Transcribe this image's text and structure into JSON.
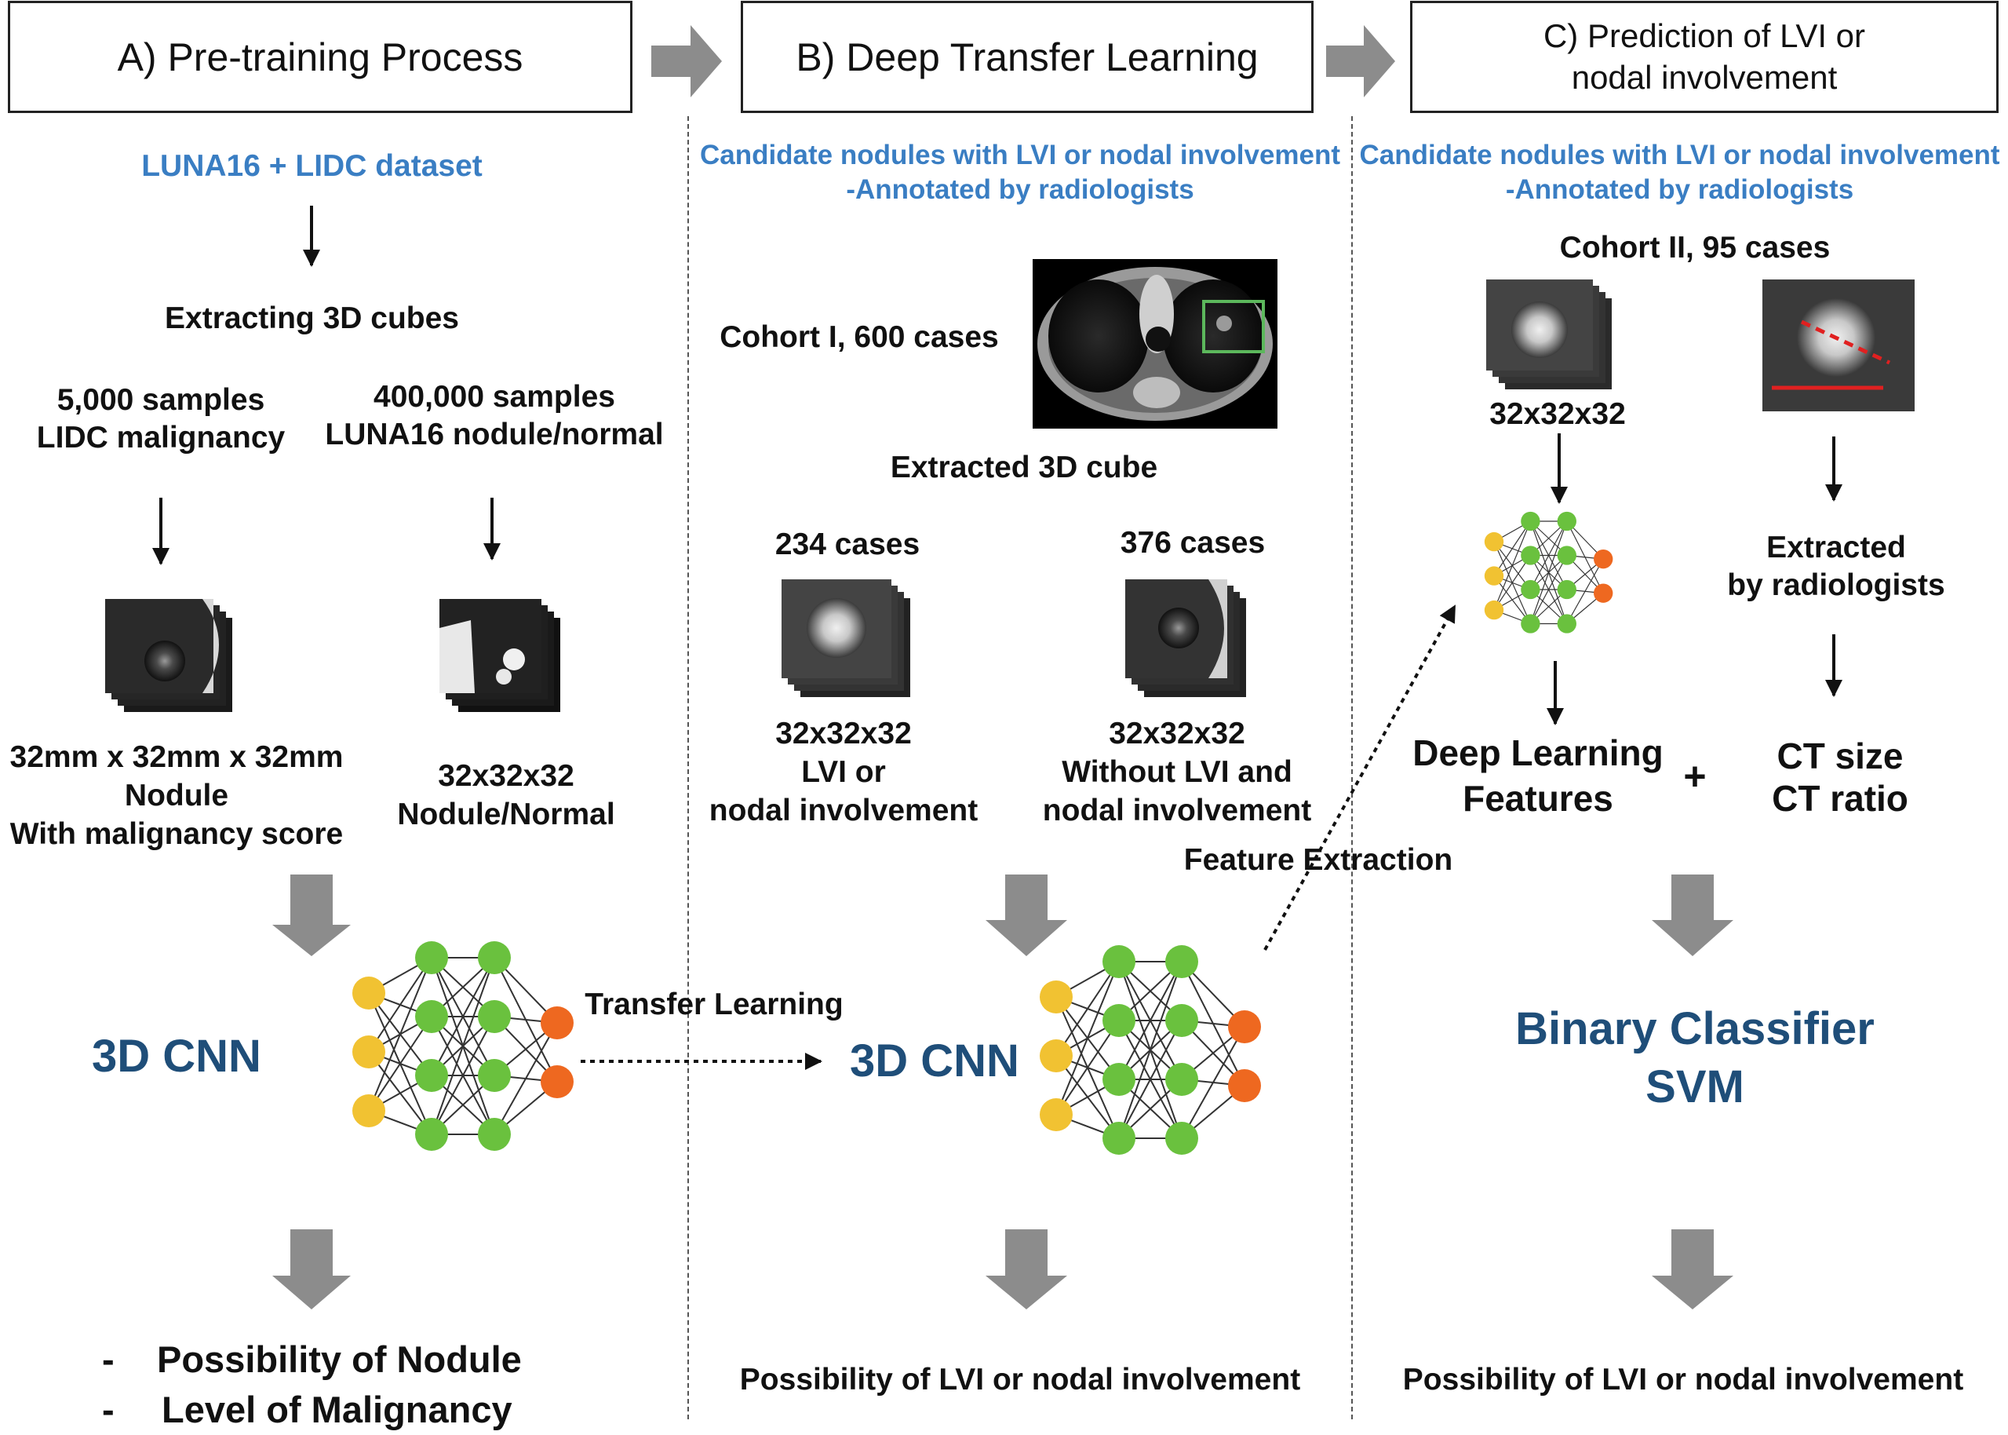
{
  "colors": {
    "blue": "#3a7ec3",
    "navy": "#1f4e79",
    "gray_arrow": "#8c8c8c",
    "node_yellow": "#f1c232",
    "node_green": "#6ac13e",
    "node_orange": "#ee6820",
    "box_green": "#5cb85c",
    "measure_red": "#e02020"
  },
  "headers": {
    "a": "A) Pre-training Process",
    "b": "B) Deep Transfer Learning",
    "c_line1": "C) Prediction of LVI or",
    "c_line2": "nodal involvement"
  },
  "panel_a": {
    "dataset": "LUNA16 + LIDC dataset",
    "extracting": "Extracting 3D cubes",
    "left_line1": "5,000 samples",
    "left_line2": "LIDC malignancy",
    "right_line1": "400,000 samples",
    "right_line2": "LUNA16 nodule/normal",
    "left_desc1": "32mm x 32mm x 32mm",
    "left_desc2": "Nodule",
    "left_desc3": "With malignancy score",
    "right_desc1": "32x32x32",
    "right_desc2": "Nodule/Normal",
    "model": "3D CNN",
    "transfer": "Transfer Learning",
    "out1": "Possibility of Nodule",
    "out2": "Level of Malignancy",
    "bullet": "-"
  },
  "panel_b": {
    "candidates1": "Candidate nodules with LVI or nodal involvement",
    "candidates2": "-Annotated by radiologists",
    "cohort": "Cohort I, 600 cases",
    "extracted": "Extracted 3D cube",
    "left_count": "234 cases",
    "right_count": "376 cases",
    "left_desc1": "32x32x32",
    "left_desc2": "LVI or",
    "left_desc3": "nodal involvement",
    "right_desc1": "32x32x32",
    "right_desc2": "Without LVI and",
    "right_desc3": "nodal involvement",
    "feature_extraction": "Feature Extraction",
    "model": "3D CNN",
    "output": "Possibility of LVI or nodal involvement"
  },
  "panel_c": {
    "candidates1": "Candidate nodules with LVI or nodal involvement",
    "candidates2": "-Annotated by radiologists",
    "cohort": "Cohort II, 95 cases",
    "cube_size": "32x32x32",
    "extracted1": "Extracted",
    "extracted2": "by radiologists",
    "dl1": "Deep Learning",
    "dl2": "Features",
    "plus": "+",
    "ct1": "CT size",
    "ct2": "CT ratio",
    "classifier1": "Binary Classifier",
    "classifier2": "SVM",
    "output": "Possibility of LVI or nodal involvement"
  }
}
